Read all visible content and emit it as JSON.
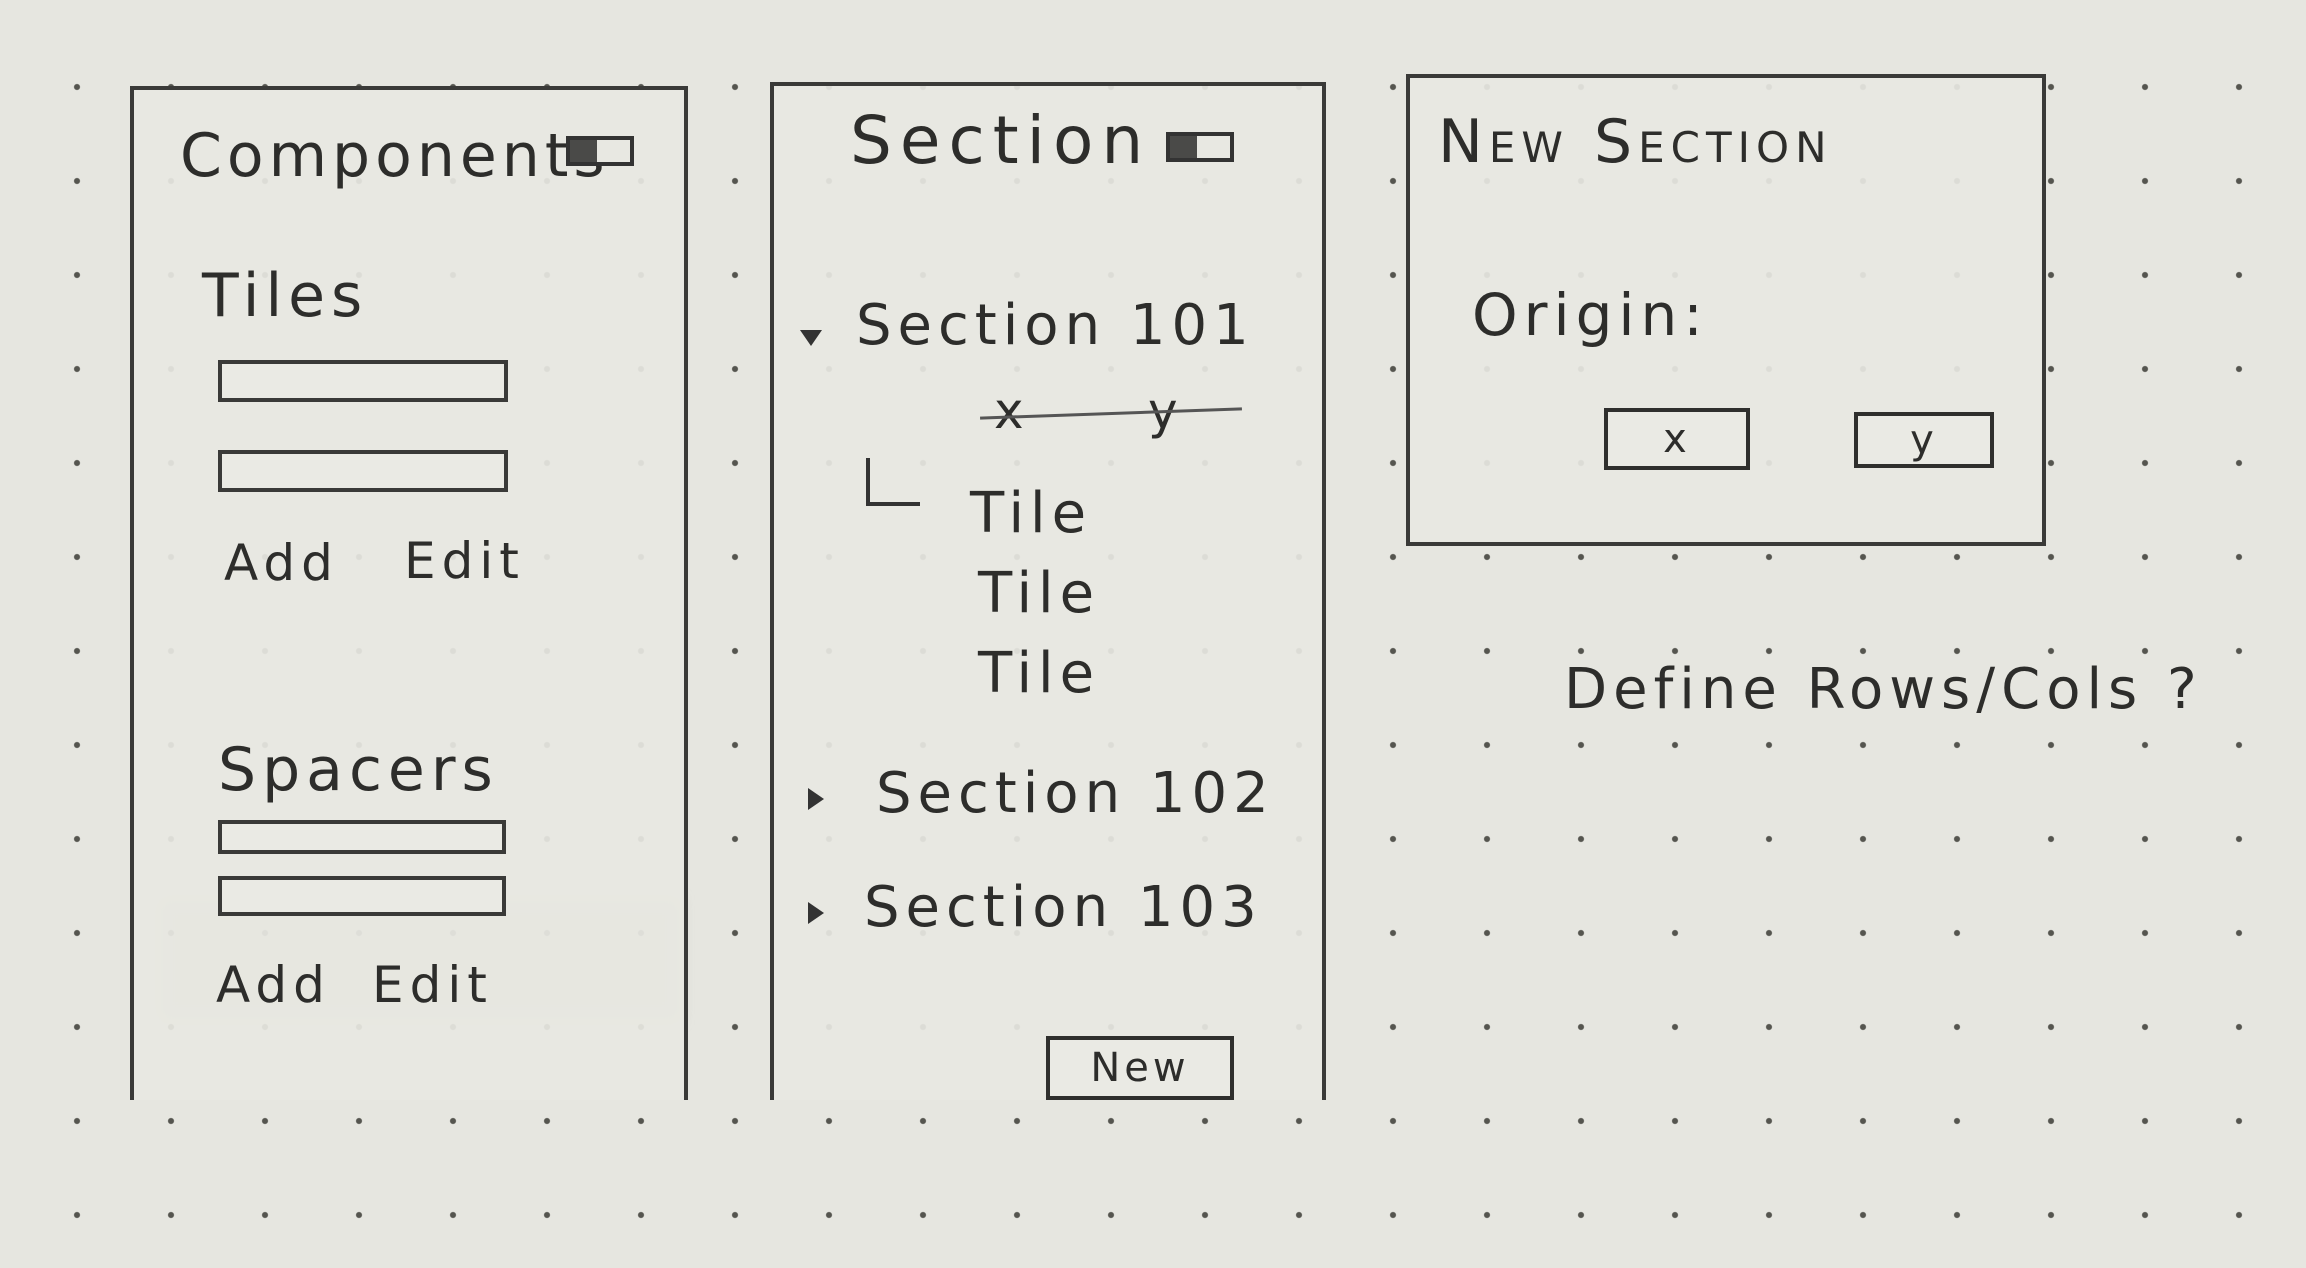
{
  "components": {
    "title": "Components",
    "tiles": {
      "heading": "Tiles",
      "add_label": "Add",
      "edit_label": "Edit"
    },
    "spacers": {
      "heading": "Spacers",
      "add_label": "Add",
      "edit_label": "Edit"
    }
  },
  "section": {
    "title": "Section",
    "items": [
      {
        "label": "Section 101",
        "expanded": true,
        "axes": {
          "x": "x",
          "y": "y"
        },
        "tiles": [
          "Tile",
          "Tile",
          "Tile"
        ]
      },
      {
        "label": "Section 102",
        "expanded": false
      },
      {
        "label": "Section 103",
        "expanded": false
      }
    ],
    "new_button_label": "New"
  },
  "new_section": {
    "title": "New Section",
    "origin_label": "Origin:",
    "x_field": "x",
    "y_field": "y"
  },
  "note": "Define Rows/Cols ?",
  "icons": {
    "components_toggle": "toggle-icon",
    "section_toggle": "toggle-icon",
    "expanded": "triangle-down-icon",
    "collapsed": "triangle-right-icon",
    "child": "tree-elbow-icon"
  }
}
